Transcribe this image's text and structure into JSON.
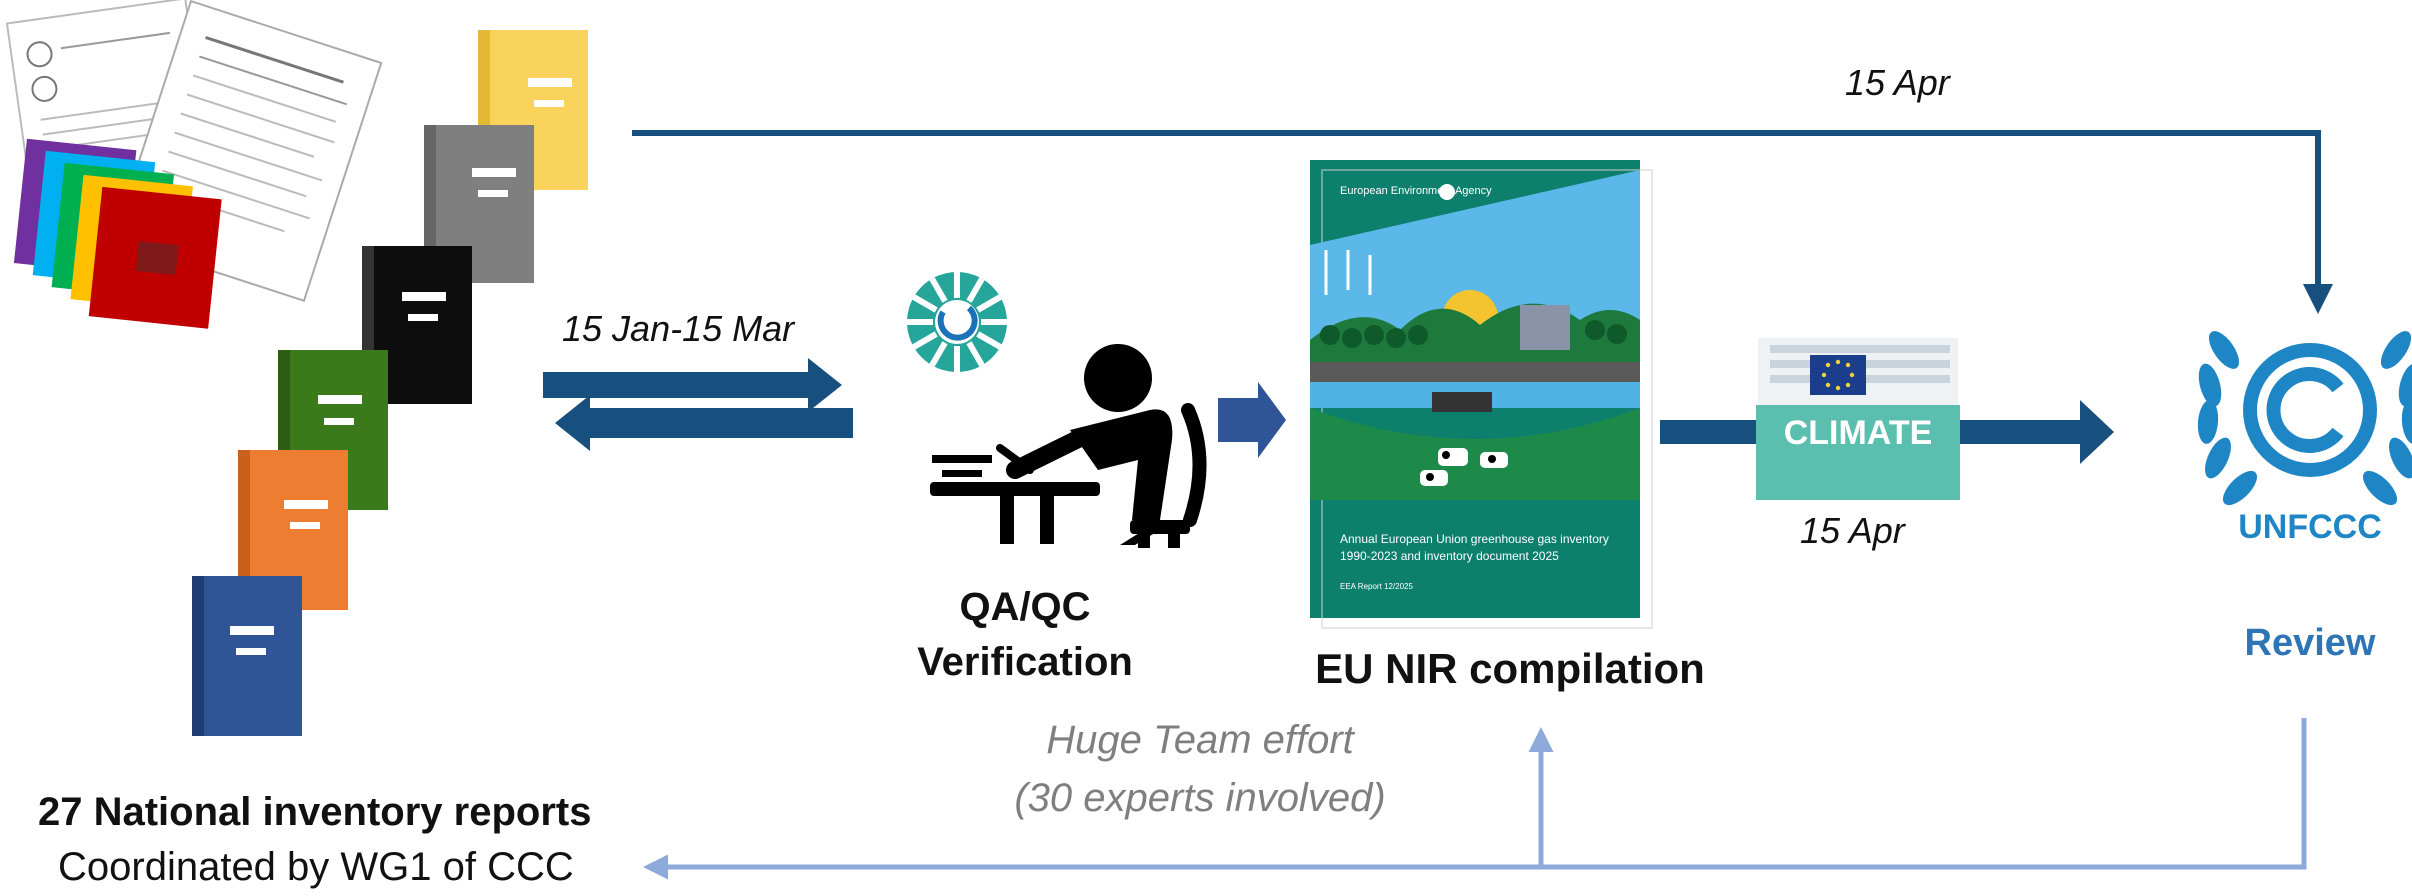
{
  "edges": {
    "top_date": "15 Apr",
    "exchange_dates": "15 Jan-15 Mar",
    "climate_date": "15 Apr"
  },
  "left": {
    "title": "27 National inventory reports",
    "subtitle": "Coordinated by WG1 of CCC"
  },
  "qaqc": {
    "line1": "QA/QC",
    "line2": "Verification"
  },
  "compilation": {
    "label": "EU NIR compilation"
  },
  "team": {
    "line1": "Huge Team effort",
    "line2": "(30 experts involved)"
  },
  "climate": {
    "label": "CLIMATE"
  },
  "unfccc": {
    "label": "UNFCCC",
    "review": "Review"
  },
  "report_cover": {
    "agency": "European Environment Agency",
    "title_line1": "Annual European Union greenhouse gas inventory",
    "title_line2": "1990-2023 and inventory document 2025",
    "report_no": "EEA Report 12/2025"
  },
  "colors": {
    "flow_arrow": "#17507f",
    "feedback_arrow": "#8eaadb",
    "review_text": "#2e75b6",
    "unfccc_blue": "#1f86c6",
    "cover_teal": "#0c7f6d",
    "climate_box": "#5bbfb0",
    "binders": [
      "#f9d35c",
      "#7f7f7f",
      "#0d0d0d",
      "#3b7a1a",
      "#ed7d31",
      "#2f5597"
    ]
  }
}
